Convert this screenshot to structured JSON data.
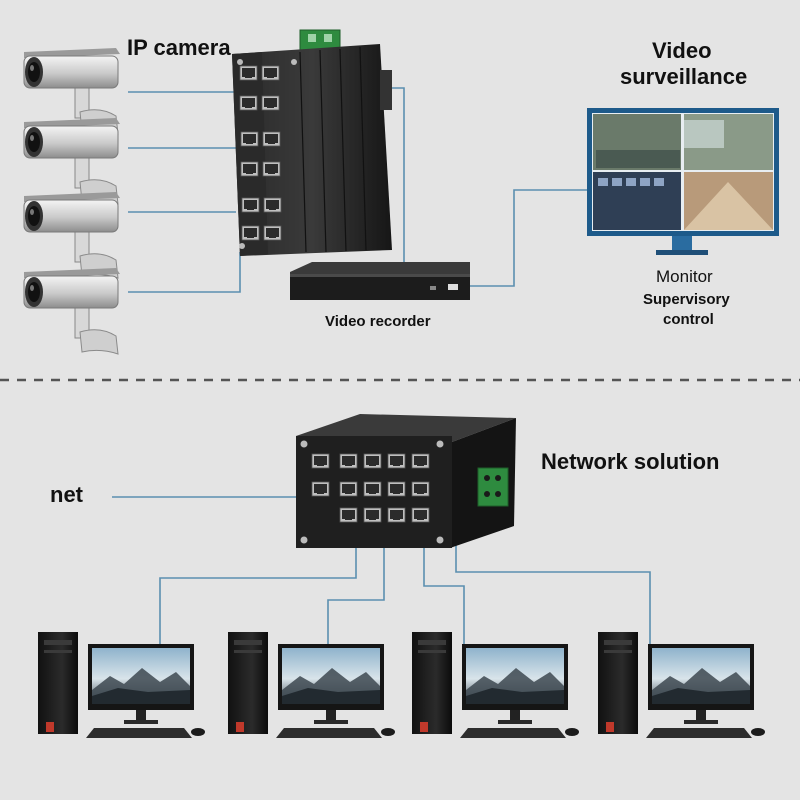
{
  "top_section": {
    "ip_camera_label": "IP camera",
    "video_surveillance_line1": "Video",
    "video_surveillance_line2": "surveillance",
    "video_recorder_label": "Video recorder",
    "monitor_label": "Monitor",
    "supervisory_line1": "Supervisory",
    "supervisory_line2": "control"
  },
  "bottom_section": {
    "network_solution_label": "Network solution",
    "net_label": "net"
  },
  "colors": {
    "background": "#e4e4e4",
    "cable": "#5b8fb0",
    "switch_body": "#1e1e1e",
    "terminal_green": "#2e8b3f",
    "divider": "#555555"
  }
}
